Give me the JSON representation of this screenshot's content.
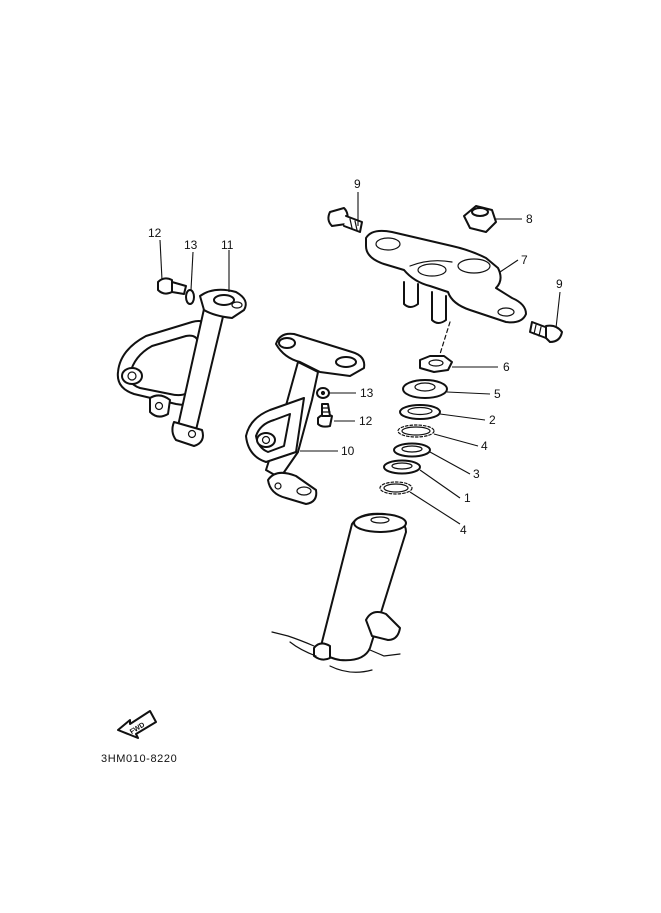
{
  "callouts": [
    {
      "id": "c9a",
      "label": "9"
    },
    {
      "id": "c8",
      "label": "8"
    },
    {
      "id": "c7",
      "label": "7"
    },
    {
      "id": "c9b",
      "label": "9"
    },
    {
      "id": "c12a",
      "label": "12"
    },
    {
      "id": "c13a",
      "label": "13"
    },
    {
      "id": "c11",
      "label": "11"
    },
    {
      "id": "c6",
      "label": "6"
    },
    {
      "id": "c5",
      "label": "5"
    },
    {
      "id": "c13b",
      "label": "13"
    },
    {
      "id": "c2",
      "label": "2"
    },
    {
      "id": "c12b",
      "label": "12"
    },
    {
      "id": "c4a",
      "label": "4"
    },
    {
      "id": "c10",
      "label": "10"
    },
    {
      "id": "c3",
      "label": "3"
    },
    {
      "id": "c1",
      "label": "1"
    },
    {
      "id": "c4b",
      "label": "4"
    }
  ],
  "fwd_label": "FWD",
  "diagram_code": "3HM010-8220"
}
